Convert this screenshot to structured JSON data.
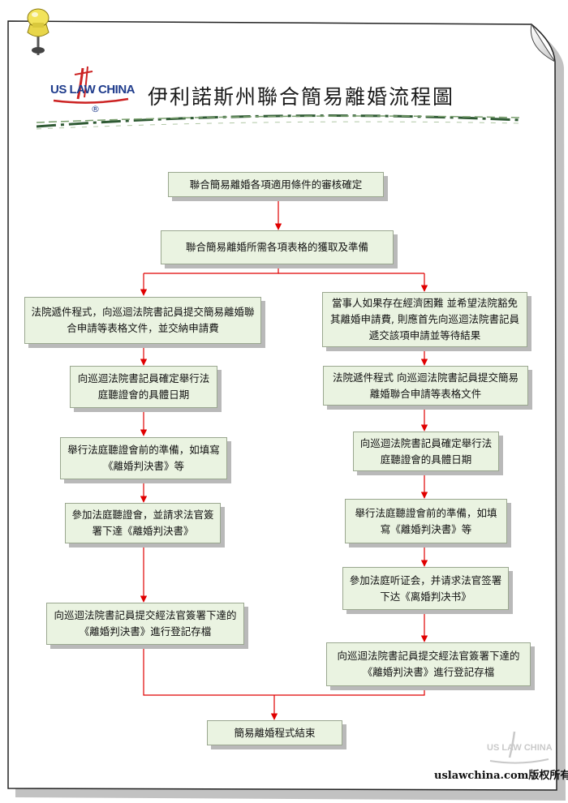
{
  "header": {
    "title": "伊利諾斯州聯合簡易離婚流程圖",
    "logo_text": "US LAW CHINA",
    "logo_registered": "®"
  },
  "flow": {
    "step1": "聯合簡易離婚各項適用條件的審核確定",
    "step2": "聯合簡易離婚所需各項表格的獲取及準備",
    "left": [
      "法院遞件程式，向巡迴法院書記員提交簡易離婚聯合申請等表格文件，並交納申請費",
      "向巡迴法院書記員確定舉行法庭聽證會的具體日期",
      "舉行法庭聽證會前的準備，如填寫《離婚判決書》等",
      "參加法庭聽證會，並請求法官簽署下達《離婚判決書》",
      "向巡迴法院書記員提交經法官簽署下達的《離婚判決書》進行登記存檔"
    ],
    "right": [
      "當事人如果存在經濟困難 並希望法院豁免其離婚申請費, 則應首先向巡迴法院書記員遞交該項申請並等待結果",
      "法院遞件程式 向巡迴法院書記員提交簡易離婚聯合申請等表格文件",
      "向巡迴法院書記員確定舉行法庭聽證會的具體日期",
      "舉行法庭聽證會前的準備，如填寫《離婚判決書》等",
      "參加法庭听证会，并请求法官签署下达《离婚判决书》",
      "向巡迴法院書記員提交經法官簽署下達的《離婚判決書》進行登記存檔"
    ],
    "end": "簡易離婚程式結束"
  },
  "footer": {
    "copyright": "uslawchina.com版权所有",
    "watermark": "US LAW CHINA"
  },
  "colors": {
    "arrow": "#e00000",
    "box_fill": "#eaf3e1",
    "logo_blue": "#1f3c8c",
    "logo_red": "#cc2222"
  }
}
